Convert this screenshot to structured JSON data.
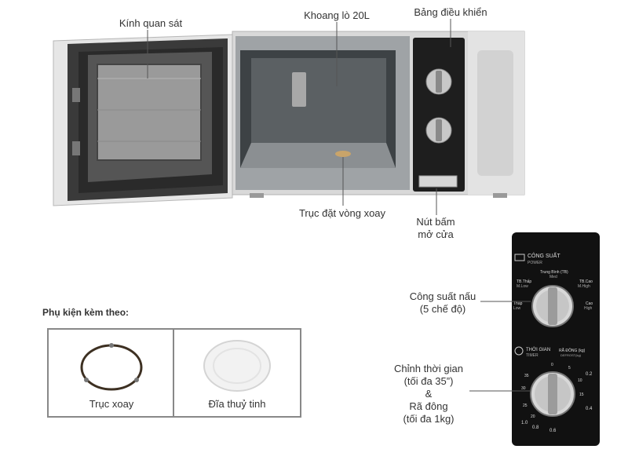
{
  "callouts": {
    "viewing_glass": "Kính quan sát",
    "cavity": "Khoang lò 20L",
    "control_panel": "Bảng điều khiển",
    "turntable_axis": "Trục đặt vòng xoay",
    "door_button_line1": "Nút bấm",
    "door_button_line2": "mở cửa",
    "power_line1": "Công suất nấu",
    "power_line2": "(5 chế độ)",
    "timer_line1": "Chỉnh thời gian",
    "timer_line2": "(tối đa 35”)",
    "timer_line3": "&",
    "timer_line4": "Rã đông",
    "timer_line5": "(tối đa 1kg)"
  },
  "accessories": {
    "heading": "Phụ kiện kèm theo:",
    "items": [
      "Trục xoay",
      "Đĩa thuỷ tinh"
    ]
  },
  "panel": {
    "power_title": "CÔNG SUẤT",
    "power_sub": "POWER",
    "med_vn": "Trung Bình (TB)",
    "med_en": "Med",
    "mlow_vn": "TB.Thấp",
    "mlow_en": "M.Low",
    "mhigh_vn": "TB.Cao",
    "mhigh_en": "M.High",
    "low_vn": "Thấp",
    "low_en": "Low",
    "high_vn": "Cao",
    "high_en": "High",
    "timer_title": "THỜI GIAN",
    "timer_sub": "TIMER",
    "defrost_title": "RÃ ĐÔNG (kg)",
    "defrost_sub": "DEFROST(kg)",
    "t0": "0",
    "t5": "5",
    "t10": "10",
    "t15": "15",
    "t20": "20",
    "t25": "25",
    "t30": "30",
    "t35": "35",
    "d02": "0.2",
    "d04": "0.4",
    "d06": "0.6",
    "d08": "0.8",
    "d10": "1.0"
  }
}
